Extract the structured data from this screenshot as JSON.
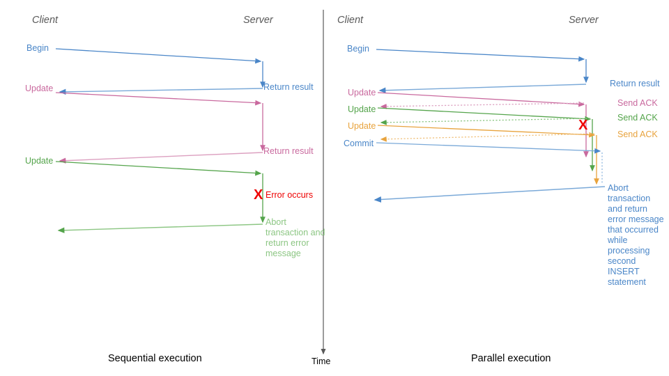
{
  "figure": {
    "title_left": "Sequential execution",
    "title_right": "Parallel execution",
    "time_axis_label": "Time",
    "colors": {
      "blue": "#4a86c8",
      "blue_light": "#7aa9d8",
      "pink": "#c9699e",
      "pink_light": "#dca0c0",
      "green": "#54a44b",
      "green_light": "#8cc683",
      "orange": "#e8a33d",
      "orange_light": "#f0c07a",
      "red": "#ee0000",
      "gray": "#595959",
      "axis": "#595959"
    }
  },
  "left_panel": {
    "header_client": "Client",
    "header_server": "Server",
    "caption": "Sequential execution",
    "labels": {
      "begin": "Begin",
      "update_1": "Update",
      "update_2": "Update",
      "return_result_1": "Return result",
      "return_result_2": "Return result",
      "error_occurs": "Error occurs",
      "abort_message": "Abort\ntransaction\nand return\nerror message",
      "x_glyph": "X"
    }
  },
  "right_panel": {
    "header_client": "Client",
    "header_server": "Server",
    "caption": "Parallel execution",
    "labels": {
      "begin": "Begin",
      "update_1": "Update",
      "update_2": "Update",
      "update_3": "Update",
      "commit": "Commit",
      "return_result": "Return result",
      "send_ack_1": "Send ACK",
      "send_ack_2": "Send ACK",
      "send_ack_3": "Send ACK",
      "abort_message": "Abort\ntransaction\nand return\nerror message\nthat occurred\nwhile\nprocessing\nsecond\nINSERT\nstatement",
      "x_glyph": "X"
    }
  },
  "chart_data": {
    "type": "diagram",
    "diagram_kind": "sequence-diagram",
    "panels": [
      {
        "name": "Sequential execution",
        "lifelines": [
          "Client",
          "Server"
        ],
        "messages": [
          {
            "n": 1,
            "label": "Begin",
            "from": "Client",
            "to": "Server",
            "color": "blue",
            "style": "solid"
          },
          {
            "n": 2,
            "label": "Return result",
            "from": "Server",
            "to": "Client",
            "color": "blue",
            "style": "solid"
          },
          {
            "n": 3,
            "label": "Update",
            "from": "Client",
            "to": "Server",
            "color": "pink",
            "style": "solid"
          },
          {
            "n": 4,
            "label": "Return result",
            "from": "Server",
            "to": "Client",
            "color": "pink",
            "style": "solid"
          },
          {
            "n": 5,
            "label": "Update",
            "from": "Client",
            "to": "Server",
            "color": "green",
            "style": "solid"
          },
          {
            "n": 6,
            "label": "Error occurs",
            "from": "Server",
            "to": "Server",
            "color": "red",
            "style": "marker"
          },
          {
            "n": 7,
            "label": "Abort transaction and return error message",
            "from": "Server",
            "to": "Client",
            "color": "green",
            "style": "solid"
          }
        ]
      },
      {
        "name": "Parallel execution",
        "lifelines": [
          "Client",
          "Server"
        ],
        "messages": [
          {
            "n": 1,
            "label": "Begin",
            "from": "Client",
            "to": "Server",
            "color": "blue",
            "style": "solid"
          },
          {
            "n": 2,
            "label": "Return result",
            "from": "Server",
            "to": "Client",
            "color": "blue",
            "style": "solid"
          },
          {
            "n": 3,
            "label": "Update",
            "from": "Client",
            "to": "Server",
            "color": "pink",
            "style": "solid"
          },
          {
            "n": 4,
            "label": "Update",
            "from": "Client",
            "to": "Server",
            "color": "green",
            "style": "solid"
          },
          {
            "n": 5,
            "label": "Update",
            "from": "Client",
            "to": "Server",
            "color": "orange",
            "style": "solid"
          },
          {
            "n": 6,
            "label": "Commit",
            "from": "Client",
            "to": "Server",
            "color": "blue",
            "style": "solid"
          },
          {
            "n": 7,
            "label": "Send ACK",
            "from": "Server",
            "to": "Client",
            "color": "pink",
            "style": "dotted"
          },
          {
            "n": 8,
            "label": "Send ACK",
            "from": "Server",
            "to": "Client",
            "color": "green",
            "style": "dotted"
          },
          {
            "n": 9,
            "label": "Send ACK",
            "from": "Server",
            "to": "Client",
            "color": "orange",
            "style": "dotted"
          },
          {
            "n": 10,
            "label": "Error occurs",
            "from": "Server",
            "to": "Server",
            "color": "red",
            "style": "marker"
          },
          {
            "n": 11,
            "label": "Abort transaction and return error message that occurred while processing second INSERT statement",
            "from": "Server",
            "to": "Client",
            "color": "blue",
            "style": "solid"
          }
        ]
      }
    ]
  }
}
